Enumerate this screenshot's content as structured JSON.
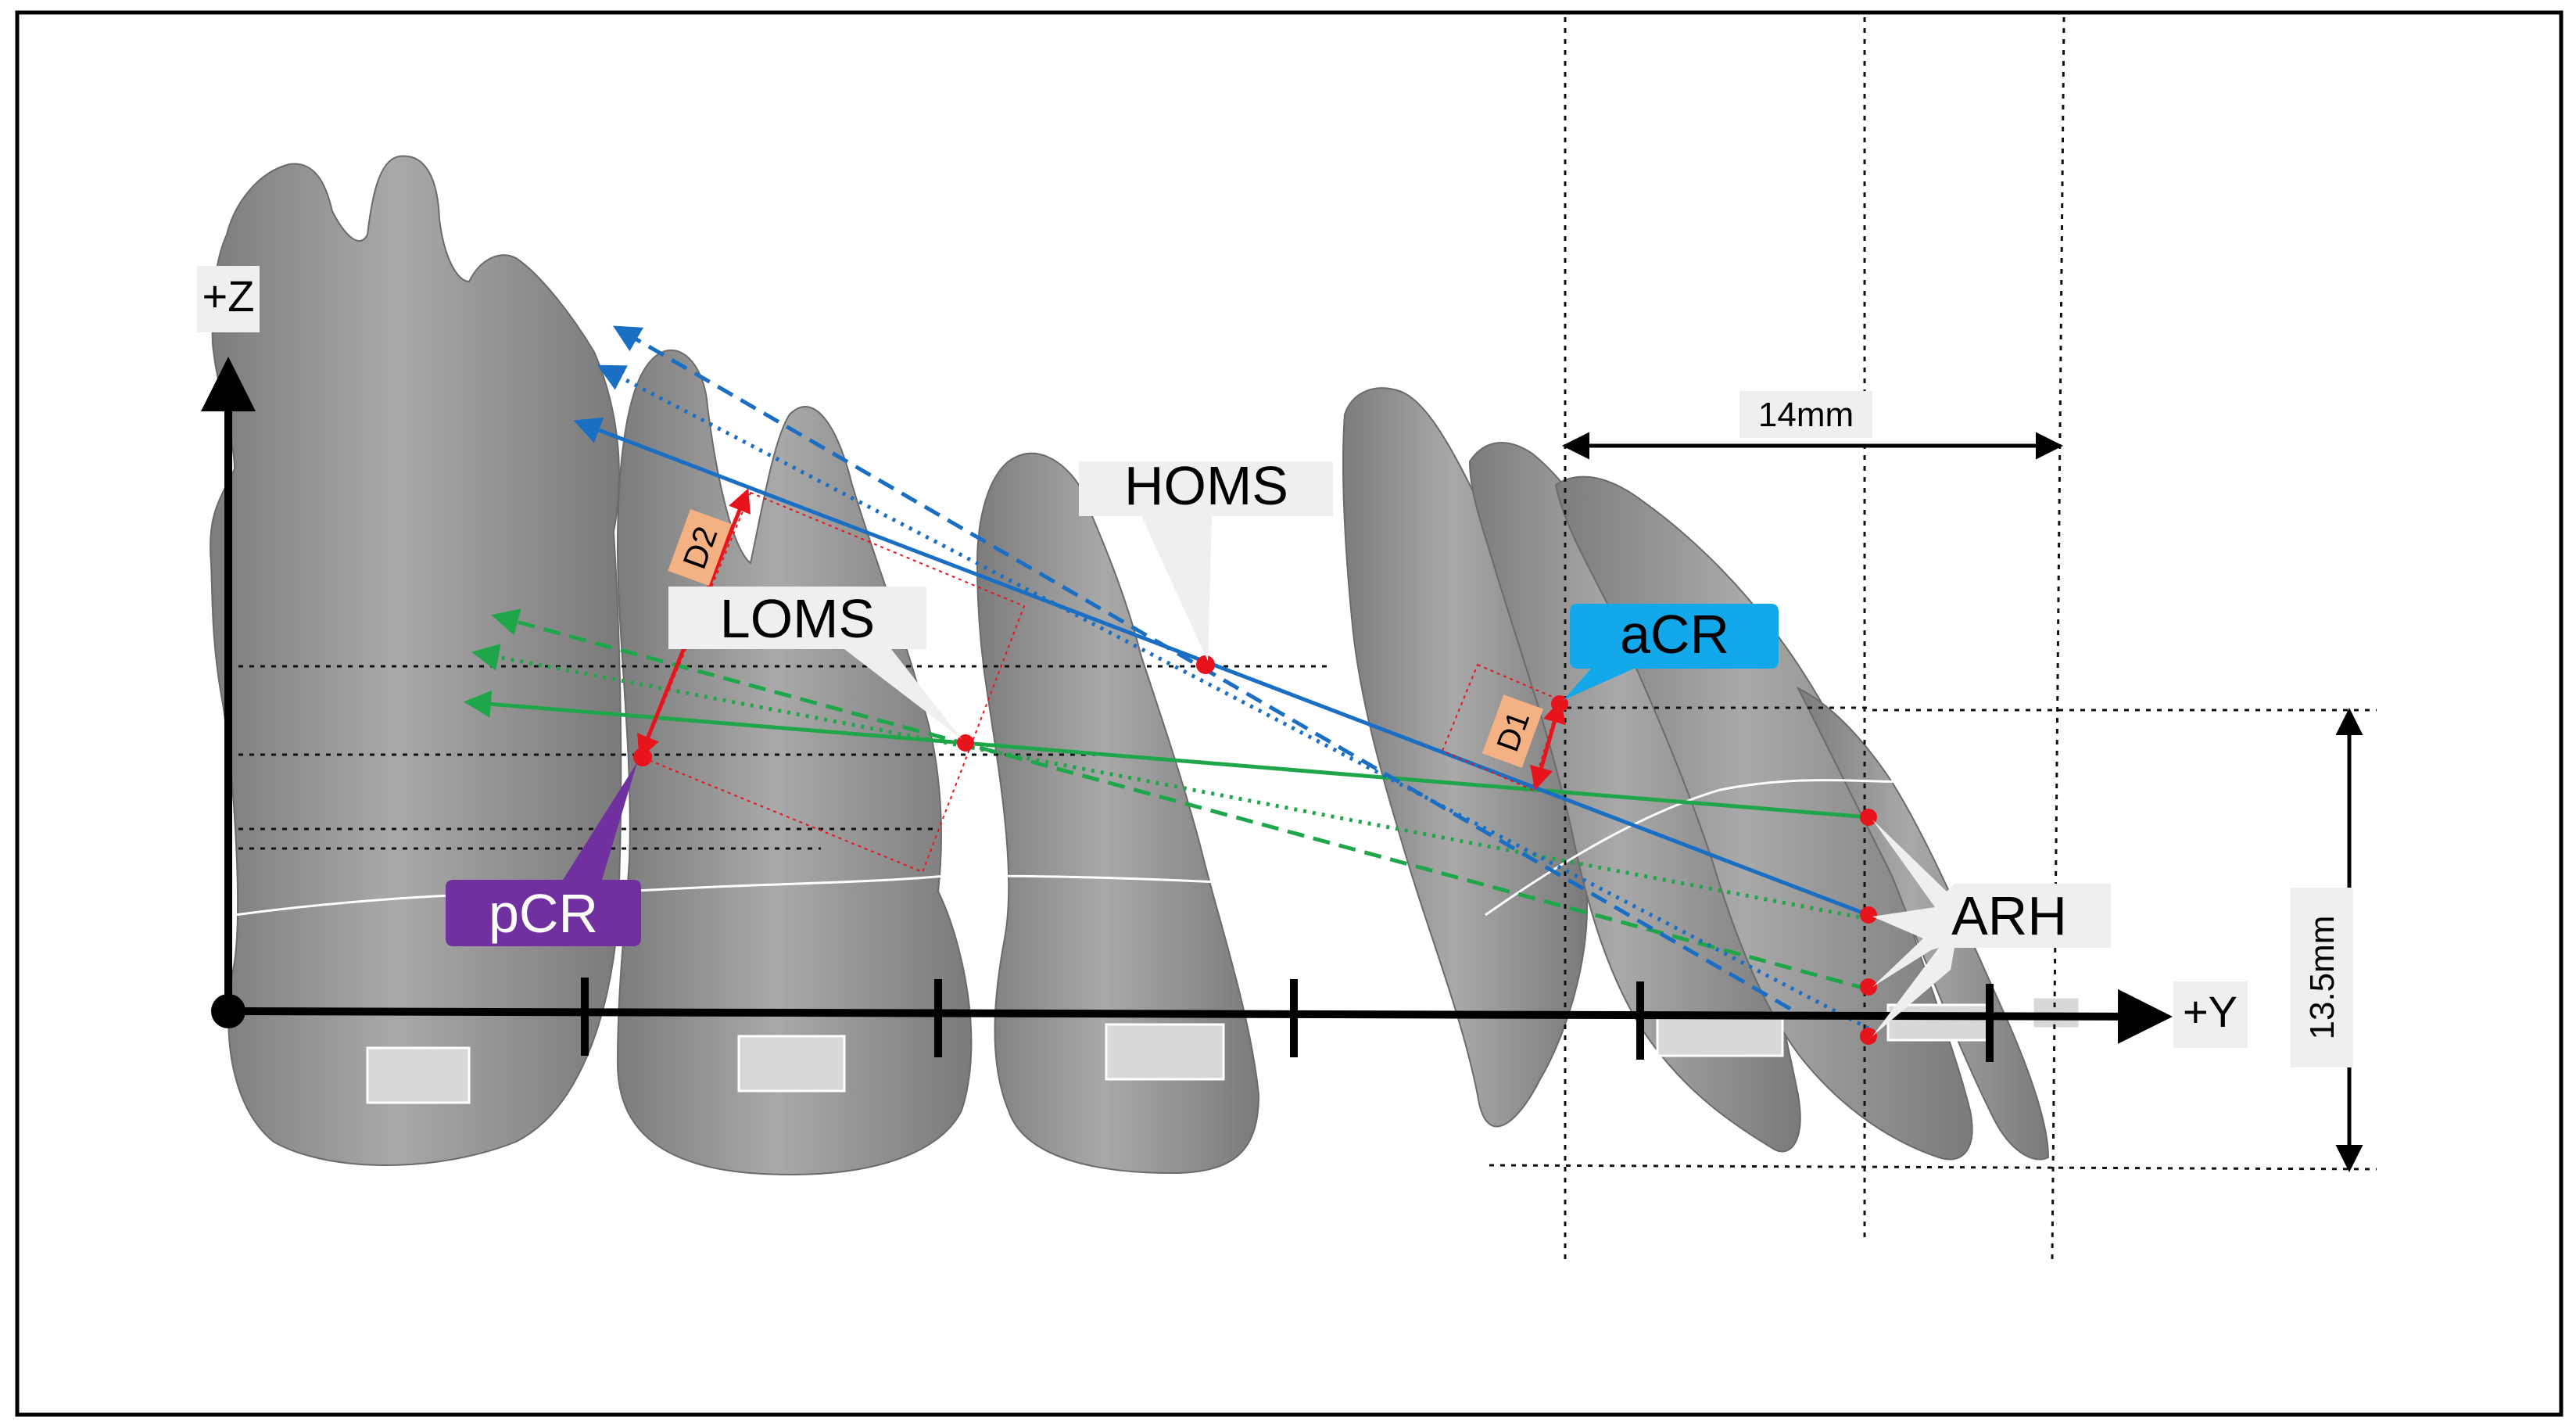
{
  "axes": {
    "z_label": "+Z",
    "y_label": "+Y"
  },
  "dimensions": {
    "width_label": "14mm",
    "height_label": "13.5mm"
  },
  "callouts": {
    "homs": "HOMS",
    "loms": "LOMS",
    "acr": "aCR",
    "pcr": "pCR",
    "arh": "ARH",
    "d1": "D1",
    "d2": "D2"
  },
  "colors": {
    "blue_lines": "#1a6fc4",
    "green_lines": "#1fa64a",
    "red_points": "#e8141b",
    "acr_fill": "#13a8ea",
    "pcr_fill": "#7030a0",
    "d_tag_fill": "#f4b183",
    "tooth_fill": "#8f8f8f",
    "callout_fill": "#efefef"
  }
}
